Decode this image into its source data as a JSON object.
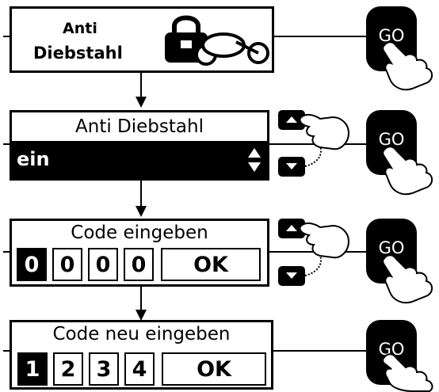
{
  "steps": [
    {
      "title_line1": "Anti",
      "title_line2": "Diebstahl",
      "icon": "bike-lock-icon"
    },
    {
      "title": "Anti Diebstahl",
      "value": "ein"
    },
    {
      "title": "Code eingeben",
      "digits": [
        "0",
        "0",
        "0",
        "0"
      ],
      "selected_index": 0,
      "ok_label": "OK"
    },
    {
      "title": "Code neu eingeben",
      "digits": [
        "1",
        "2",
        "3",
        "4"
      ],
      "selected_index": 0,
      "ok_label": "OK"
    }
  ],
  "go_button_label": "GO",
  "colors": {
    "ink": "#000000",
    "background": "#ffffff"
  }
}
